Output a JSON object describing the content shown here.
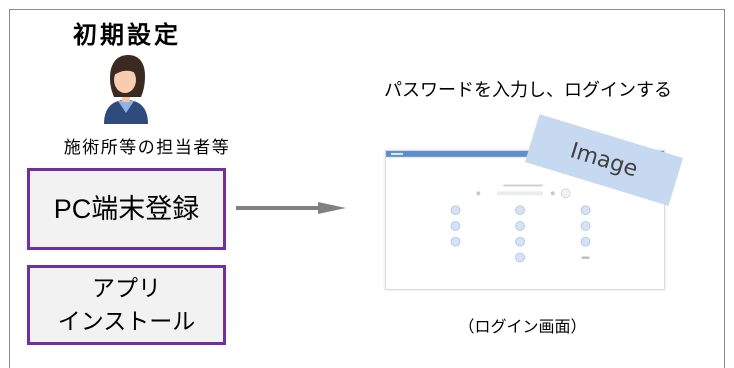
{
  "setup": {
    "heading": "初期設定",
    "person_icon": "person-icon",
    "role_label": "施術所等の担当者等",
    "steps": [
      {
        "lines": [
          "PC端末登録"
        ]
      },
      {
        "lines": [
          "アプリ",
          "インストール"
        ]
      }
    ]
  },
  "flow": {
    "arrow_icon": "arrow-right-icon",
    "instruction": "パスワードを入力し、ログインする"
  },
  "login_screen": {
    "placeholder_label": "Image",
    "caption": "（ログイン画面）"
  },
  "colors": {
    "step_border": "#7030A0",
    "step_fill": "#F2F2F2",
    "arrow": "#808080",
    "frame": "#8C8C8C",
    "image_badge": "#C6D9F0",
    "screen_accent": "#5B8FD0"
  }
}
